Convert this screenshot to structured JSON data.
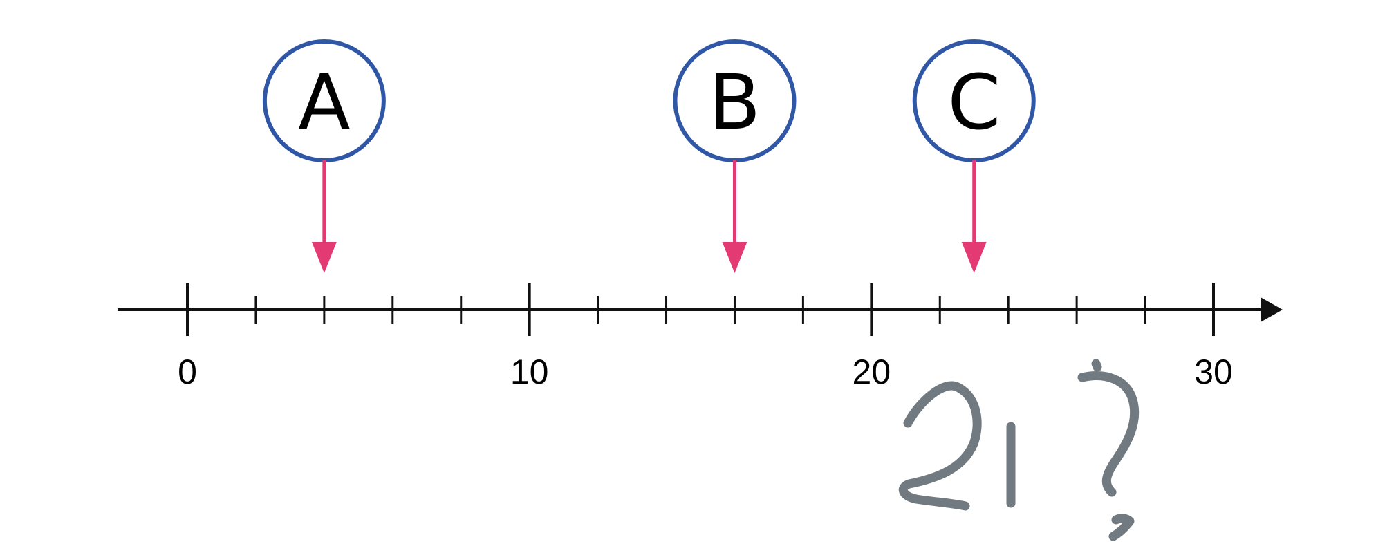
{
  "number_line": {
    "min": 0,
    "max": 30,
    "major_step": 10,
    "minor_step": 2,
    "tick_labels": [
      "0",
      "10",
      "20",
      "30"
    ],
    "line_color": "#111111"
  },
  "markers": [
    {
      "label": "A",
      "value": 4
    },
    {
      "label": "B",
      "value": 16
    },
    {
      "label": "C",
      "value": 23
    }
  ],
  "marker_style": {
    "circle_color": "#2f57a5",
    "arrow_color": "#e33a73",
    "text_color": "#000000"
  },
  "handwritten_note": {
    "text": "21?",
    "color": "#717a80"
  }
}
